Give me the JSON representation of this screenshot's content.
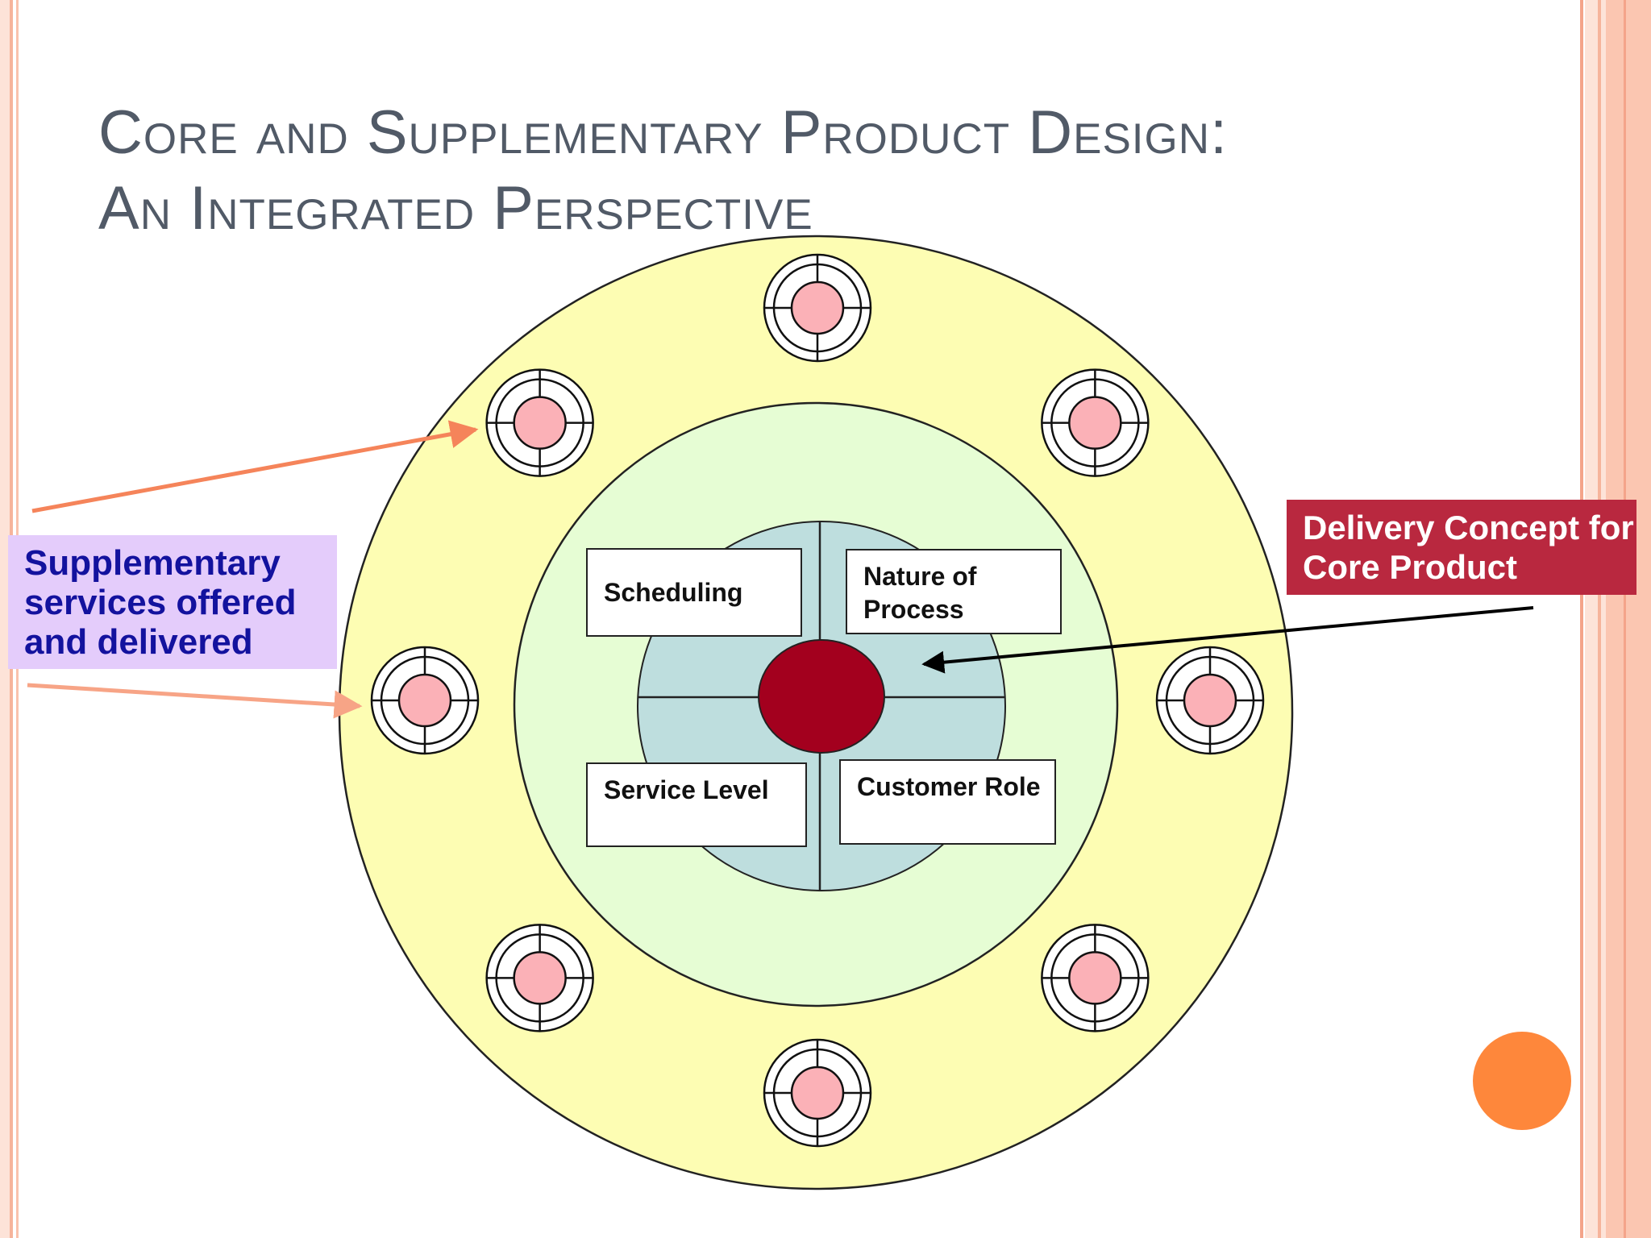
{
  "slide": {
    "title_line1": "Core and Supplementary Product Design:",
    "title_line2": "An Integrated Perspective"
  },
  "diagram": {
    "supplementary_label": "Supplementary services offered and delivered",
    "delivery_label": "Delivery Concept for Core Product",
    "quadrants": {
      "scheduling": "Scheduling",
      "nature_of_process": "Nature of Process",
      "service_level": "Service Level",
      "customer_role": "Customer Role"
    },
    "supplementary_service_count": 8
  },
  "colors": {
    "outer_ring": "#fdfdb3",
    "inner_ring": "#e6fdd4",
    "core_disc": "#bedede",
    "core_product": "#a3001e",
    "petal": "#fbb1b7",
    "supp_box": "#e4ccfb",
    "supp_text": "#13129e",
    "delivery_box": "#b9283f",
    "arrow": "#f5845a",
    "accent_dot": "#fe873b"
  }
}
